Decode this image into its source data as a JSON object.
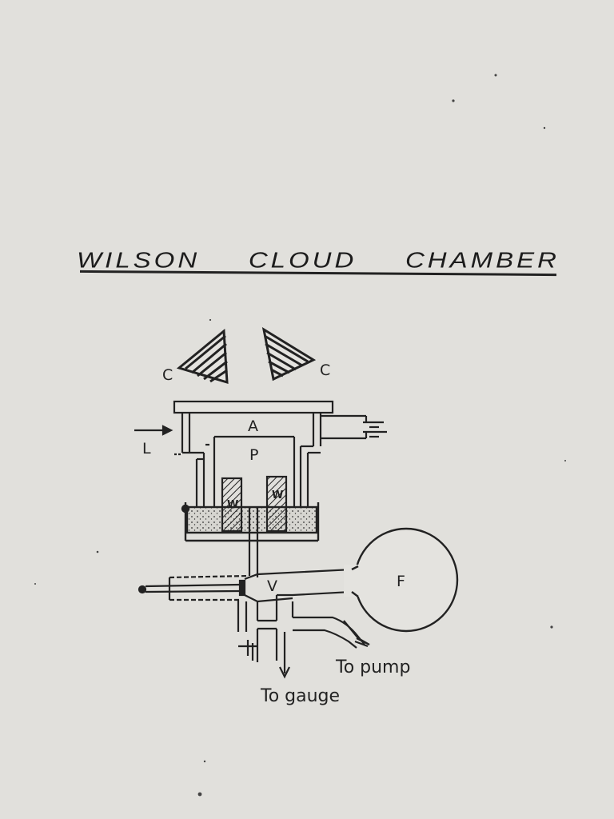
{
  "title": {
    "word1": "WILSON",
    "word2": "CLOUD",
    "word3": "CHAMBER"
  },
  "labels": {
    "c_left": "C",
    "c_right": "C",
    "a": "A",
    "p": "P",
    "l": "L",
    "w_left": "W",
    "w_right": "W",
    "v": "V",
    "f": "F",
    "to_pump": "To pump",
    "to_gauge": "To gauge"
  },
  "colors": {
    "paper": "#e4e3df",
    "ink": "#222222",
    "fluid": "#c9c8c3"
  }
}
